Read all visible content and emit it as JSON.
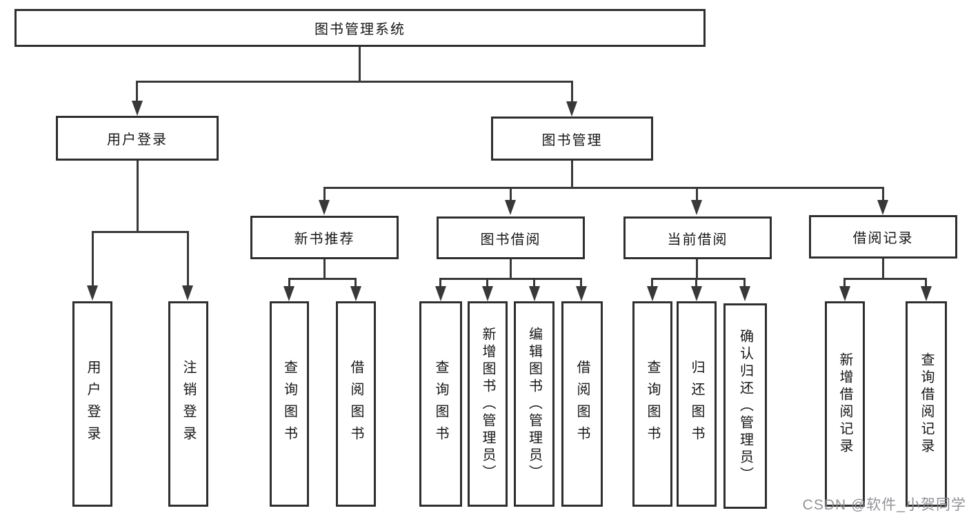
{
  "root": {
    "label": "图书管理系统"
  },
  "branches": [
    {
      "label": "用户登录",
      "children": [
        {
          "label": "用户登录"
        },
        {
          "label": "注销登录"
        }
      ]
    },
    {
      "label": "图书管理",
      "children": [
        {
          "label": "新书推荐",
          "children": [
            {
              "label": "查询图书"
            },
            {
              "label": "借阅图书"
            }
          ]
        },
        {
          "label": "图书借阅",
          "children": [
            {
              "label": "查询图书"
            },
            {
              "label": "新增图书（管理员）"
            },
            {
              "label": "编辑图书（管理员）"
            },
            {
              "label": "借阅图书"
            }
          ]
        },
        {
          "label": "当前借阅",
          "children": [
            {
              "label": "查询图书"
            },
            {
              "label": "归还图书"
            },
            {
              "label": "确认归还（管理员）"
            }
          ]
        },
        {
          "label": "借阅记录",
          "children": [
            {
              "label": "新增借阅记录"
            },
            {
              "label": "查询借阅记录"
            }
          ]
        }
      ]
    }
  ],
  "watermark": {
    "text": "CSDN @软件_小贺同学"
  },
  "colors": {
    "line": "#383838",
    "box_border": "#2e2e2e",
    "box_fill": "#ffffff",
    "text": "#161616",
    "watermark": "#8d8d92"
  }
}
